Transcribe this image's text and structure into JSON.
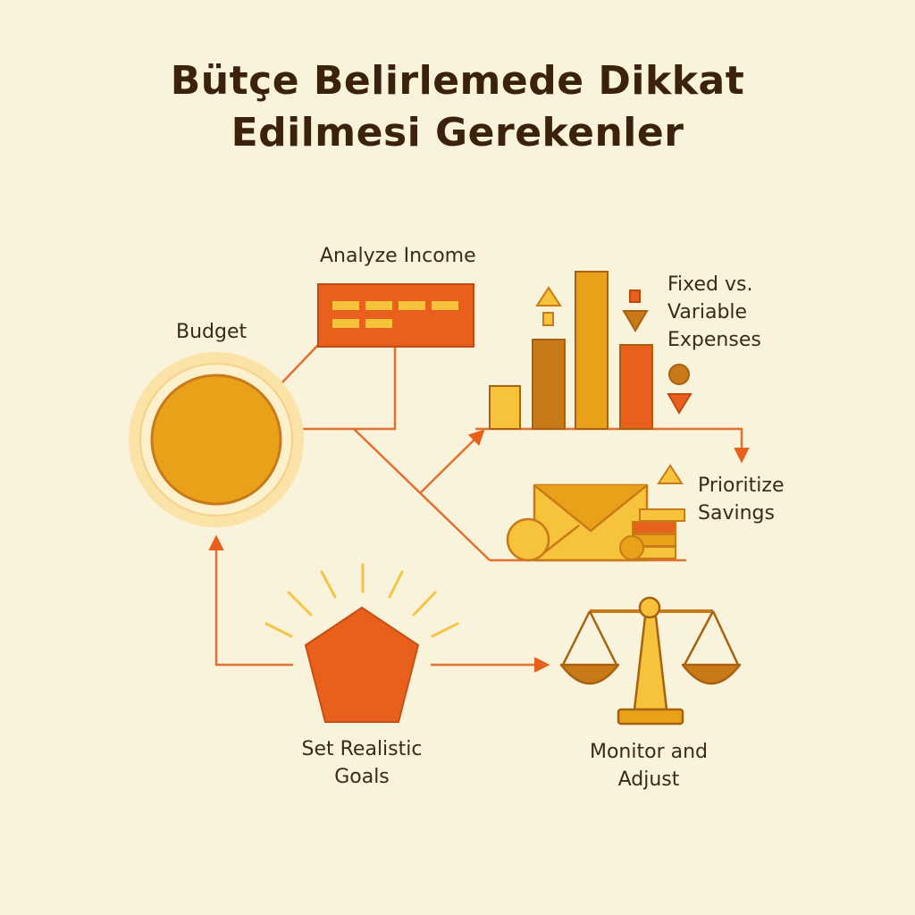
{
  "title": {
    "line1": "Bütçe Belirlemede Dikkat",
    "line2": "Edilmesi Gerekenler"
  },
  "nodes": {
    "budget": {
      "label": "Budget"
    },
    "analyze_income": {
      "label": "Analyze Income"
    },
    "fixed_variable": {
      "line1": "Fixed vs.",
      "line2": "Variable",
      "line3": "Expenses"
    },
    "prioritize_savings": {
      "line1": "Prioritize",
      "line2": "Savings"
    },
    "set_goals": {
      "line1": "Set Realistic",
      "line2": "Goals"
    },
    "monitor_adjust": {
      "line1": "Monitor and",
      "line2": "Adjust"
    }
  },
  "colors": {
    "background": "#faf3dc",
    "title": "#3a220c",
    "orange": "#e8601c",
    "amber": "#e9a11a",
    "yellow": "#f6c33b",
    "brown": "#c97a18",
    "halo": "#fbe2a6",
    "connector": "#e2712f"
  }
}
